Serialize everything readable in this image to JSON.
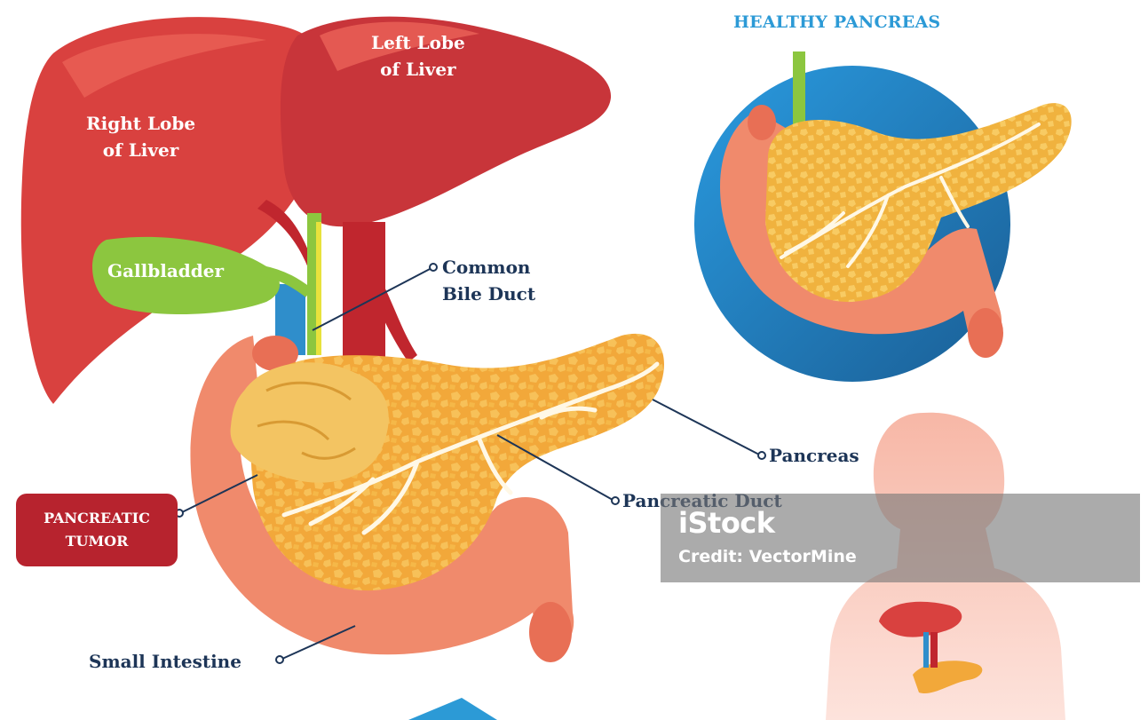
{
  "labels": {
    "left_lobe": [
      "Left Lobe",
      "of Liver"
    ],
    "right_lobe": [
      "Right Lobe",
      "of Liver"
    ],
    "gallbladder": "Gallbladder",
    "common_bile_duct": [
      "Common",
      "Bile Duct"
    ],
    "pancreas": "Pancreas",
    "pancreatic_duct": "Pancreatic Duct",
    "pancreatic_tumor": [
      "PANCREATIC",
      "TUMOR"
    ],
    "small_intestine": "Small Intestine"
  },
  "healthy_title": "HEALTHY PANCREAS",
  "watermark": {
    "brand": "iStock",
    "credit": "Credit: VectorMine"
  },
  "colors": {
    "liver": "#d9413f",
    "gallbladder": "#8cc63f",
    "pancreas": "#f0a531",
    "intestine": "#f08a6c",
    "label_dark": "#1d3557",
    "accent_blue": "#2c9ad6",
    "tumor_badge": "#b7232e"
  }
}
